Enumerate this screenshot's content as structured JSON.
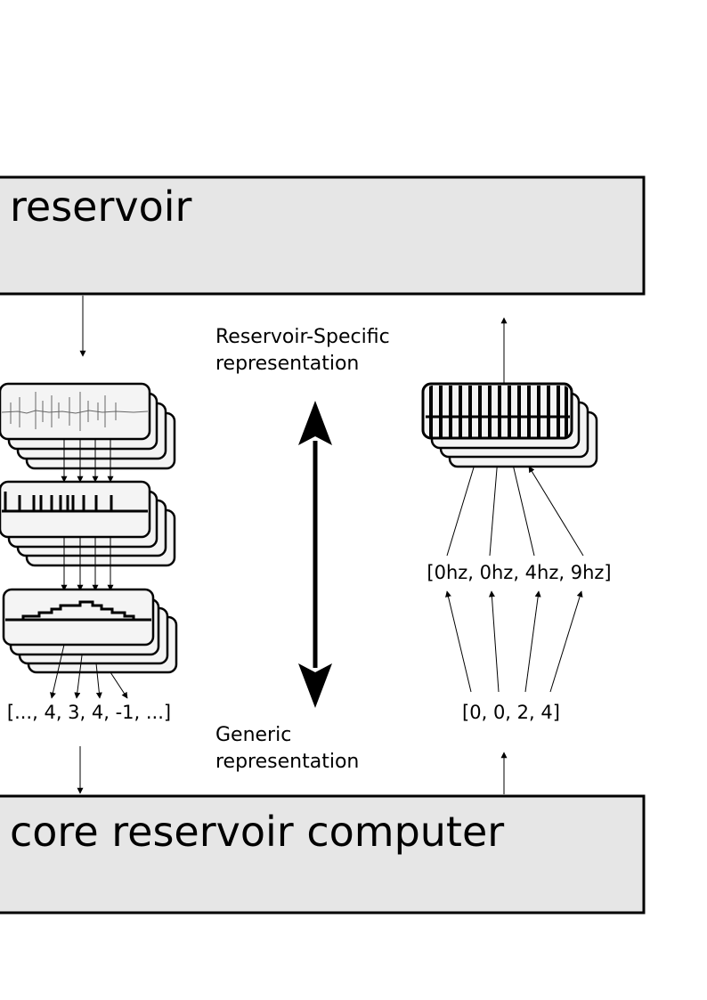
{
  "top_box": {
    "label": "reservoir"
  },
  "bottom_box": {
    "label": "core reservoir computer"
  },
  "center": {
    "top_label_line1": "Reservoir-Specific",
    "top_label_line2": "representation",
    "bottom_label_line1": "Generic",
    "bottom_label_line2": "representation"
  },
  "left_pipeline": {
    "stages": [
      "raw-signal",
      "spike-train",
      "histogram"
    ],
    "output_vector": "[..., 4, 3, 4, -1, ...]"
  },
  "right_pipeline": {
    "rates_vector": "[0hz, 0hz, 4hz, 9hz]",
    "input_vector": "[0, 0, 2, 4]"
  }
}
